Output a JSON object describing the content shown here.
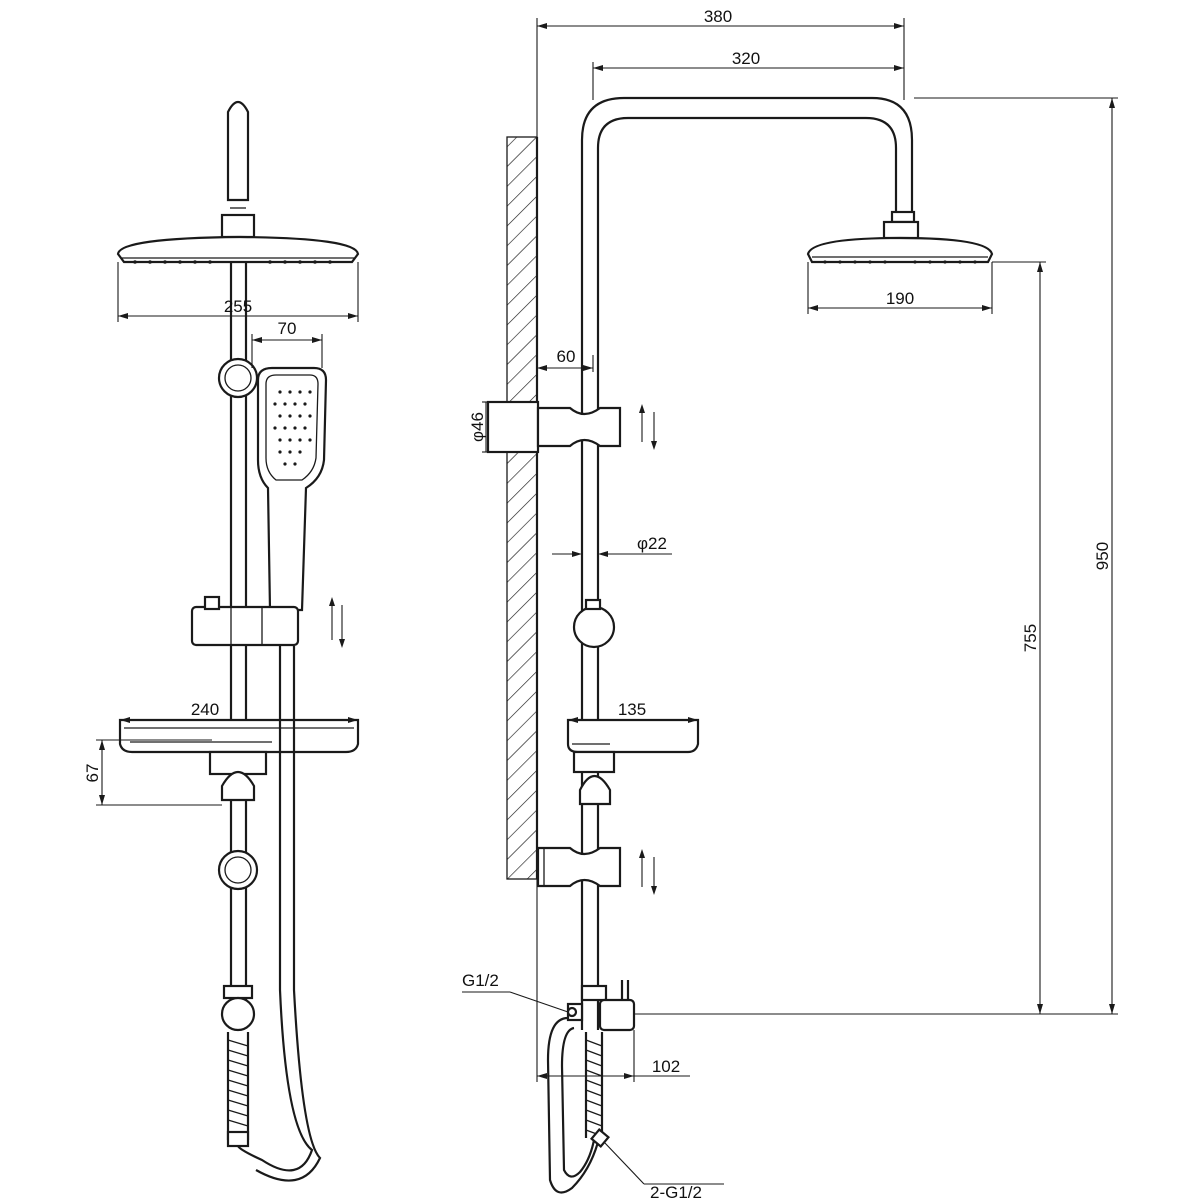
{
  "front_view": {
    "head_width": "255",
    "handset_width": "70",
    "shelf_width": "240",
    "shelf_height": "67"
  },
  "side_view": {
    "overall_width": "380",
    "arm_width": "320",
    "head_diameter": "190",
    "wall_offset": "60",
    "bracket_diameter": "φ46",
    "pipe_diameter": "φ22",
    "shelf_depth": "135",
    "outlet_projection": "102",
    "total_height": "950",
    "head_height": "755",
    "inlet_thread": "G1/2",
    "hose_thread": "2-G1/2"
  }
}
